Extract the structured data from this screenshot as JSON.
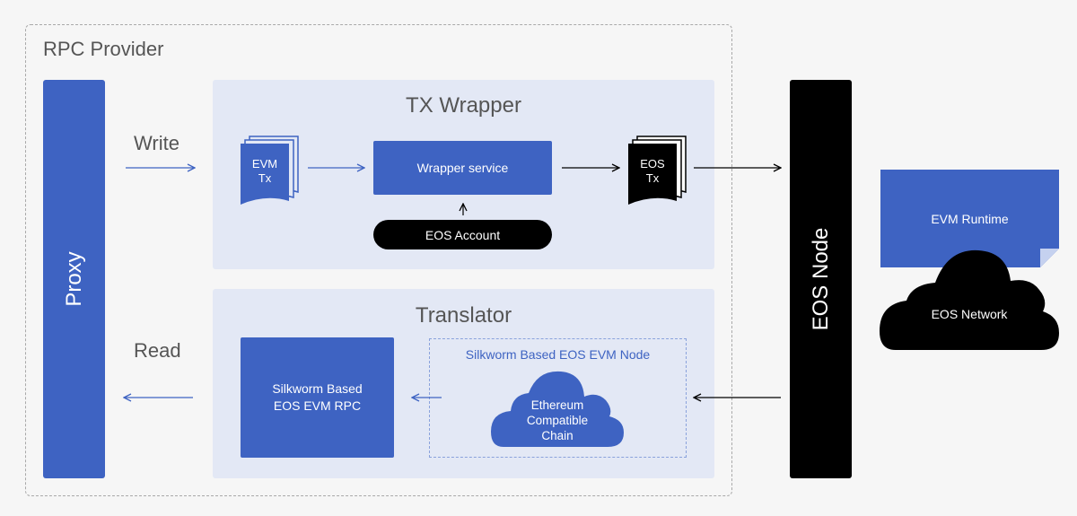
{
  "rpc_provider": {
    "title": "RPC Provider"
  },
  "proxy": {
    "label": "Proxy"
  },
  "write_label": "Write",
  "read_label": "Read",
  "tx_wrapper": {
    "title": "TX Wrapper",
    "evm_tx": {
      "line1": "EVM",
      "line2": "Tx"
    },
    "wrapper_service": "Wrapper service",
    "eos_account": "EOS Account",
    "eos_tx": {
      "line1": "EOS",
      "line2": "Tx"
    }
  },
  "translator": {
    "title": "Translator",
    "rpc_box": {
      "line1": "Silkworm Based",
      "line2": "EOS EVM RPC"
    },
    "node_frame_label": "Silkworm Based EOS EVM Node",
    "chain_cloud": {
      "line1": "Ethereum",
      "line2": "Compatible",
      "line3": "Chain"
    }
  },
  "eos_node": {
    "label": "EOS Node"
  },
  "evm_runtime": "EVM Runtime",
  "eos_network": "EOS Network",
  "colors": {
    "blue": "#3e63c2",
    "panel": "#e3e8f5",
    "black": "#000000"
  }
}
